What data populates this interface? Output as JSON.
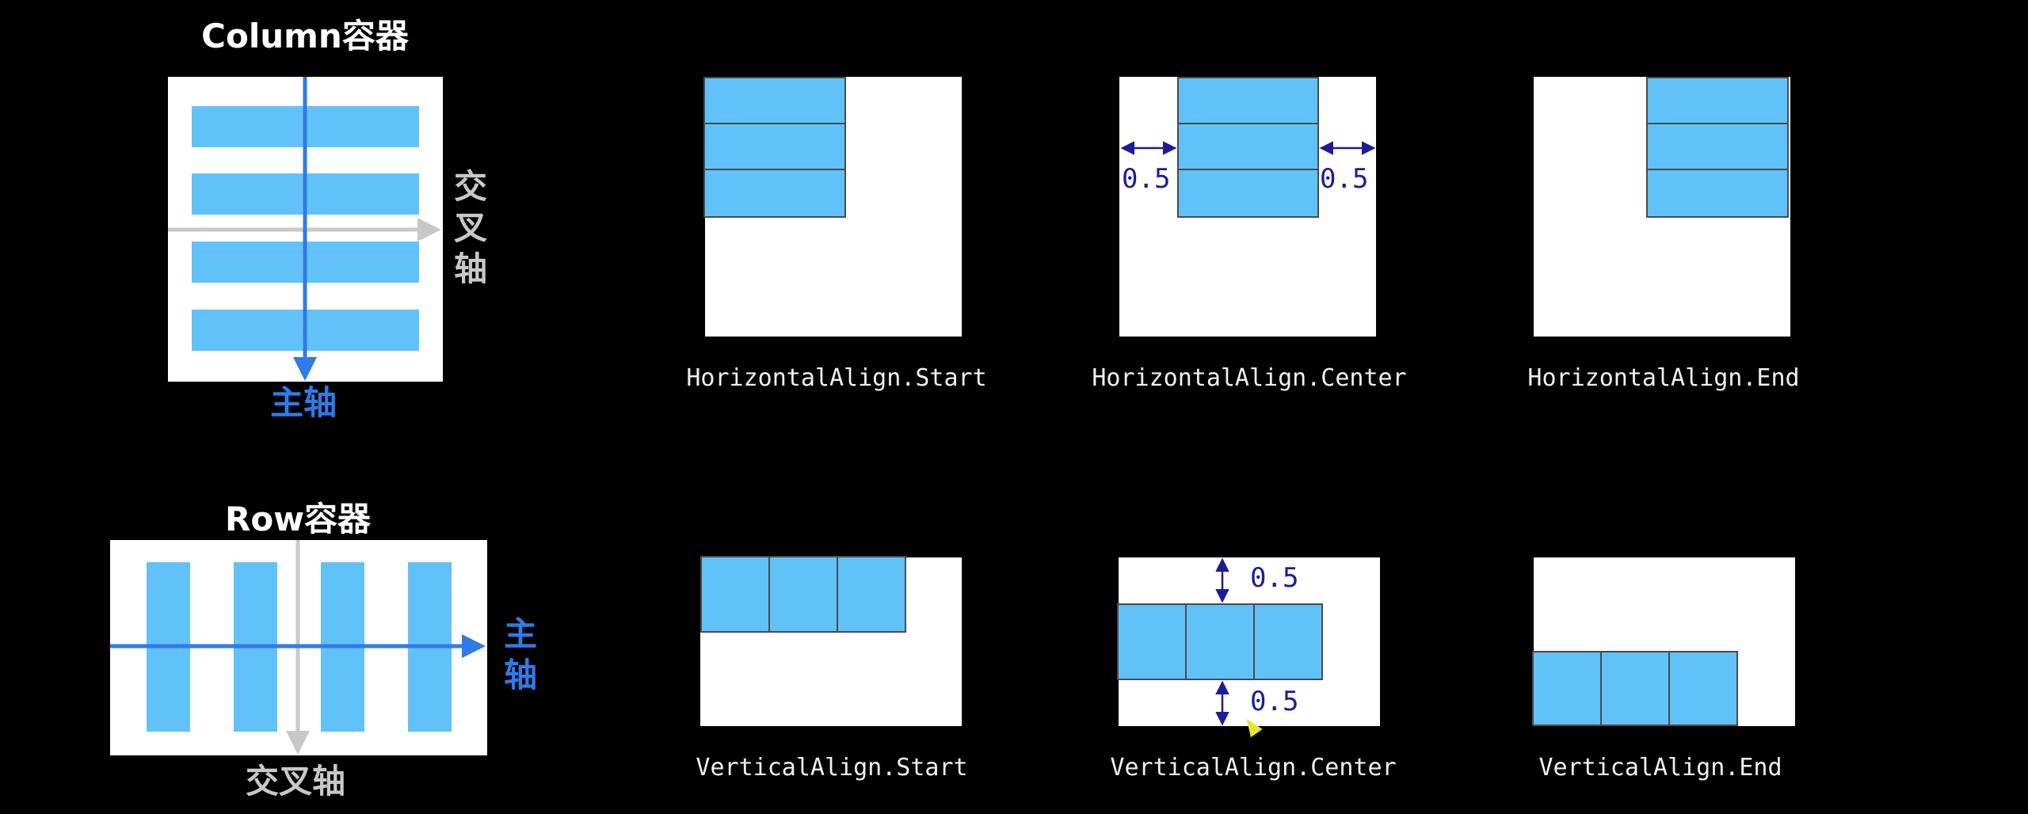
{
  "column_diagram": {
    "title": "Column容器",
    "cross_axis_label": "交叉轴",
    "main_axis_label": "主轴"
  },
  "row_diagram": {
    "title": "Row容器",
    "main_axis_label": "主轴",
    "cross_axis_label": "交叉轴"
  },
  "horizontal_examples": [
    {
      "caption": "HorizontalAlign.Start"
    },
    {
      "caption": "HorizontalAlign.Center",
      "left_gap": "0.5",
      "right_gap": "0.5"
    },
    {
      "caption": "HorizontalAlign.End"
    }
  ],
  "vertical_examples": [
    {
      "caption": "VerticalAlign.Start"
    },
    {
      "caption": "VerticalAlign.Center",
      "top_gap": "0.5",
      "bottom_gap": "0.5"
    },
    {
      "caption": "VerticalAlign.End"
    }
  ],
  "colors": {
    "background": "#000000",
    "item_fill": "#61c2fa",
    "main_axis": "#2f7bea",
    "cross_axis": "#c8c8c8",
    "dimension": "#1c1c9a"
  }
}
